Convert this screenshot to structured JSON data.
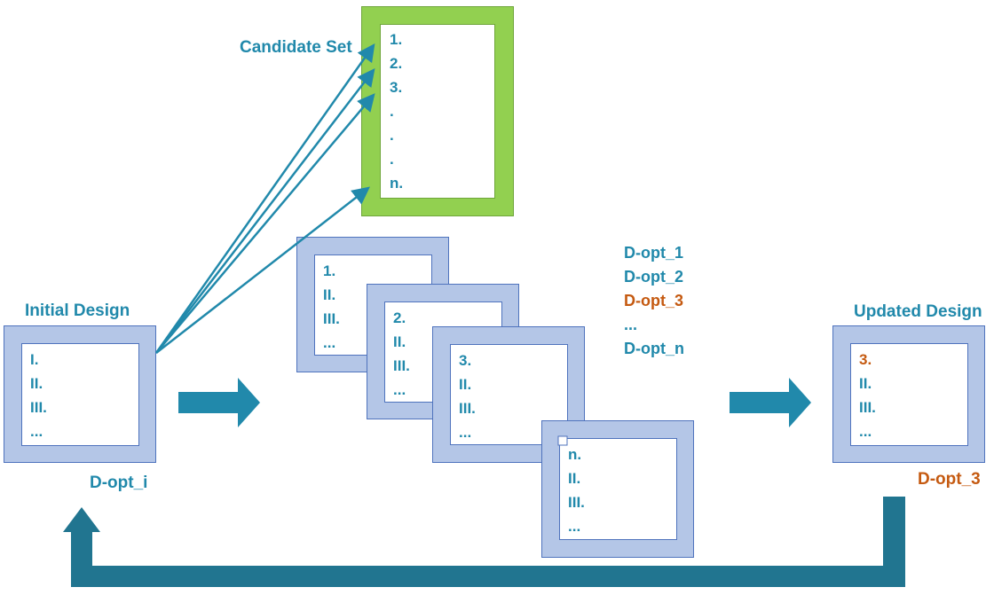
{
  "colors": {
    "teal": "#2189ab",
    "orange": "#c55a11",
    "green": "#92d050",
    "frame_fill": "#b4c6e7",
    "frame_border": "#4f73bd",
    "loop_arrow": "#217590"
  },
  "candidate_set": {
    "title": "Candidate Set",
    "items": [
      "1.",
      "2.",
      "3.",
      ".",
      ".",
      ".",
      "n."
    ]
  },
  "initial_design": {
    "title": "Initial Design",
    "items": [
      "I.",
      "II.",
      "III.",
      "..."
    ],
    "label": "D-opt_i"
  },
  "candidate_designs": [
    {
      "items": [
        "1.",
        "II.",
        "III.",
        "..."
      ]
    },
    {
      "items": [
        "2.",
        "II.",
        "III.",
        "..."
      ]
    },
    {
      "items": [
        "3.",
        "II.",
        "III.",
        "..."
      ]
    },
    {
      "items": [
        "n.",
        "II.",
        "III.",
        "..."
      ]
    }
  ],
  "d_opt_list": {
    "items": [
      "D-opt_1",
      "D-opt_2",
      "D-opt_3",
      "...",
      "D-opt_n"
    ],
    "highlight_index": 2
  },
  "updated_design": {
    "title": "Updated Design",
    "items": [
      "3.",
      "II.",
      "III.",
      "..."
    ],
    "highlight_index": 0,
    "label": "D-opt_3"
  }
}
